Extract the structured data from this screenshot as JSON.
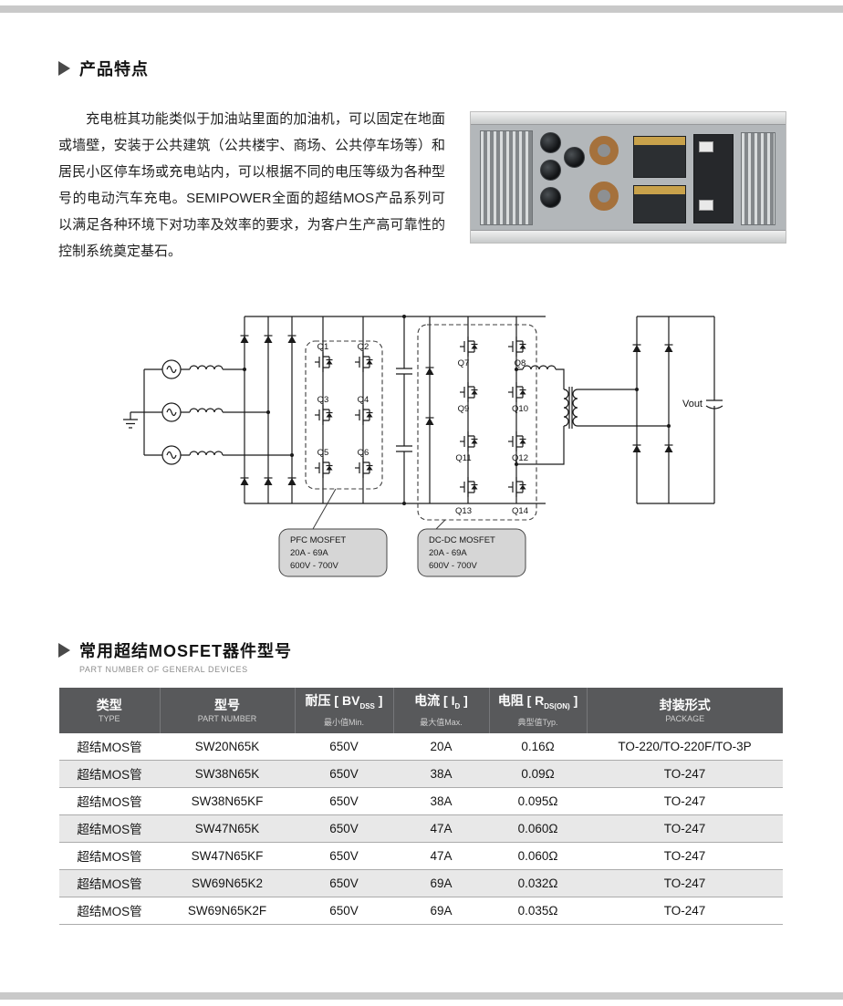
{
  "colors": {
    "bar": "#c9c9c9",
    "accent_arrow": "#4a4a4a",
    "header_bg": "#58595b",
    "header_divider": "#76777a",
    "row_alt": "#e8e8e8",
    "row_border": "#ababab",
    "callout_bg": "#d6d6d6",
    "text": "#1a1a1a"
  },
  "page": {
    "section1_title": "产品特点",
    "section2_title": "常用超结MOSFET器件型号",
    "section2_subtitle": "PART NUMBER OF GENERAL DEVICES"
  },
  "intro": {
    "paragraph": "充电桩其功能类似于加油站里面的加油机，可以固定在地面或墙壁，安装于公共建筑（公共楼宇、商场、公共停车场等）和居民小区停车场或充电站内，可以根据不同的电压等级为各种型号的电动汽车充电。SEMIPOWER全面的超结MOS产品系列可以满足各种环境下对功率及效率的要求，为客户生产高可靠性的控制系统奠定基石。"
  },
  "schematic": {
    "q_labels": [
      "Q1",
      "Q2",
      "Q3",
      "Q4",
      "Q5",
      "Q6",
      "Q7",
      "Q8",
      "Q9",
      "Q10",
      "Q11",
      "Q12",
      "Q13",
      "Q14"
    ],
    "vout_label": "Vout",
    "callouts": [
      {
        "lines": [
          "PFC MOSFET",
          "20A - 69A",
          "600V - 700V"
        ]
      },
      {
        "lines": [
          "DC-DC MOSFET",
          "20A - 69A",
          "600V - 700V"
        ]
      }
    ]
  },
  "table": {
    "headers": [
      {
        "title_parts": [
          {
            "t": "类型"
          }
        ],
        "subtitle": "TYPE"
      },
      {
        "title_parts": [
          {
            "t": "型号"
          }
        ],
        "subtitle": "PART NUMBER"
      },
      {
        "title_parts": [
          {
            "t": "耐压 [ BV"
          },
          {
            "t": "DSS",
            "sub": true
          },
          {
            "t": " ]"
          }
        ],
        "subtitle": "最小值Min."
      },
      {
        "title_parts": [
          {
            "t": "电流 [ I"
          },
          {
            "t": "D",
            "sub": true
          },
          {
            "t": " ]"
          }
        ],
        "subtitle": "最大值Max."
      },
      {
        "title_parts": [
          {
            "t": "电阻 [ R"
          },
          {
            "t": "DS(ON)",
            "sub": true
          },
          {
            "t": " ]"
          }
        ],
        "subtitle": "典型值Typ."
      },
      {
        "title_parts": [
          {
            "t": "封装形式"
          }
        ],
        "subtitle": "PACKAGE"
      }
    ],
    "rows": [
      [
        "超结MOS管",
        "SW20N65K",
        "650V",
        "20A",
        "0.16Ω",
        "TO-220/TO-220F/TO-3P"
      ],
      [
        "超结MOS管",
        "SW38N65K",
        "650V",
        "38A",
        "0.09Ω",
        "TO-247"
      ],
      [
        "超结MOS管",
        "SW38N65KF",
        "650V",
        "38A",
        "0.095Ω",
        "TO-247"
      ],
      [
        "超结MOS管",
        "SW47N65K",
        "650V",
        "47A",
        "0.060Ω",
        "TO-247"
      ],
      [
        "超结MOS管",
        "SW47N65KF",
        "650V",
        "47A",
        "0.060Ω",
        "TO-247"
      ],
      [
        "超结MOS管",
        "SW69N65K2",
        "650V",
        "69A",
        "0.032Ω",
        "TO-247"
      ],
      [
        "超结MOS管",
        "SW69N65K2F",
        "650V",
        "69A",
        "0.035Ω",
        "TO-247"
      ]
    ]
  }
}
